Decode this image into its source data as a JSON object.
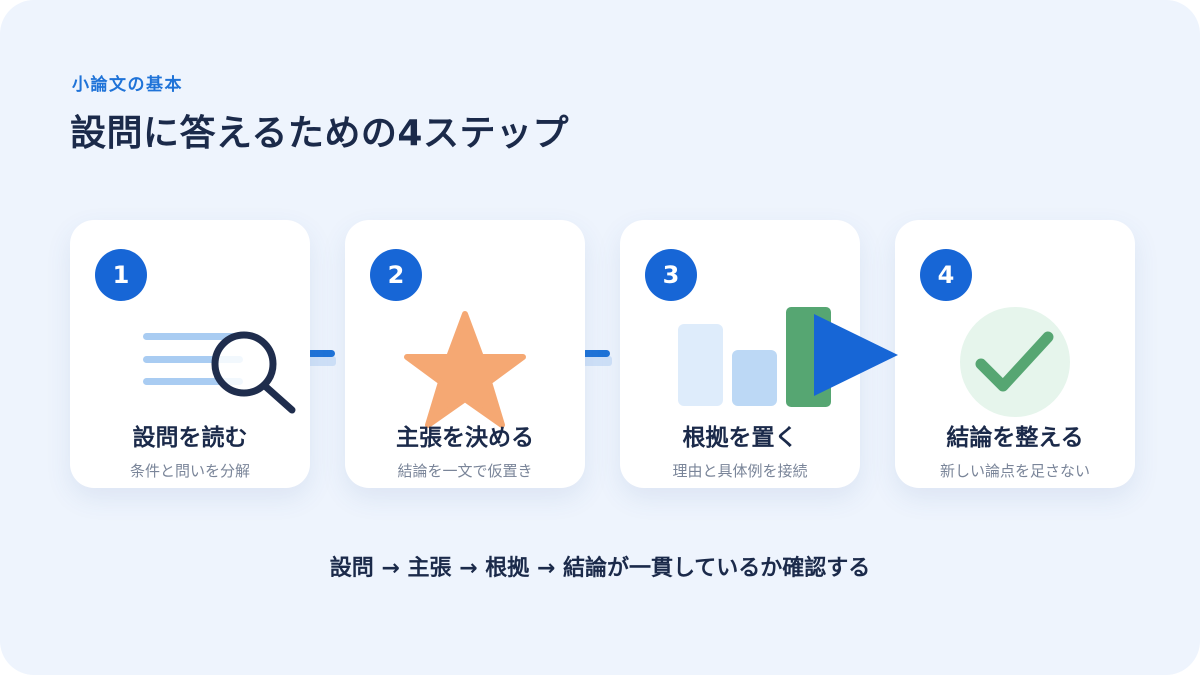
{
  "header": {
    "eyebrow": "小論文の基本",
    "title": "設問に答えるための4ステップ"
  },
  "steps": [
    {
      "number": "1",
      "title": "設問を読む",
      "subtitle": "条件と問いを分解",
      "icon": "magnifier-icon"
    },
    {
      "number": "2",
      "title": "主張を決める",
      "subtitle": "結論を一文で仮置き",
      "icon": "star-icon"
    },
    {
      "number": "3",
      "title": "根拠を置く",
      "subtitle": "理由と具体例を接続",
      "icon": "bar-chart-icon"
    },
    {
      "number": "4",
      "title": "結論を整える",
      "subtitle": "新しい論点を足さない",
      "icon": "checkmark-icon"
    }
  ],
  "summary": "設問 → 主張 → 根拠 → 結論が一貫しているか確認する",
  "colors": {
    "background": "#eef4fd",
    "accent_blue": "#1766d6",
    "dark_navy": "#1b2a4a",
    "star_orange": "#f5a873",
    "check_green": "#56a672",
    "light_blue": "#a9ccf2",
    "pale_green": "#e6f5ec",
    "text_gray": "#7a8599"
  }
}
